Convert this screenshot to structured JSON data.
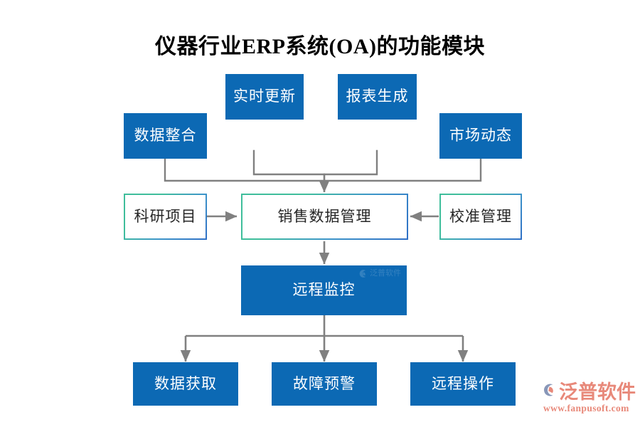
{
  "title": "仪器行业ERP系统(OA)的功能模块",
  "colors": {
    "node_fill_blue": "#0C69B4",
    "node_text_white": "#FFFFFF",
    "outline_gradient_start": "#3FBE9B",
    "outline_gradient_end": "#2F6FC6",
    "connector_gray": "#808080",
    "title_black": "#000000",
    "brand_salmon": "#E8897A"
  },
  "nodes": {
    "data_integration": {
      "label": "数据整合",
      "style": "filled"
    },
    "realtime_update": {
      "label": "实时更新",
      "style": "filled"
    },
    "report_generation": {
      "label": "报表生成",
      "style": "filled"
    },
    "market_dynamics": {
      "label": "市场动态",
      "style": "filled"
    },
    "research_project": {
      "label": "科研项目",
      "style": "outlined"
    },
    "sales_data_management": {
      "label": "销售数据管理",
      "style": "outlined"
    },
    "calibration_management": {
      "label": "校准管理",
      "style": "outlined"
    },
    "remote_monitoring": {
      "label": "远程监控",
      "style": "filled"
    },
    "data_acquisition": {
      "label": "数据获取",
      "style": "filled"
    },
    "fault_warning": {
      "label": "故障预警",
      "style": "filled"
    },
    "remote_operation": {
      "label": "远程操作",
      "style": "filled"
    }
  },
  "watermark": {
    "text": "泛普软件"
  },
  "brand": {
    "name": "泛普软件",
    "url": "www.fanpusoft.com"
  }
}
